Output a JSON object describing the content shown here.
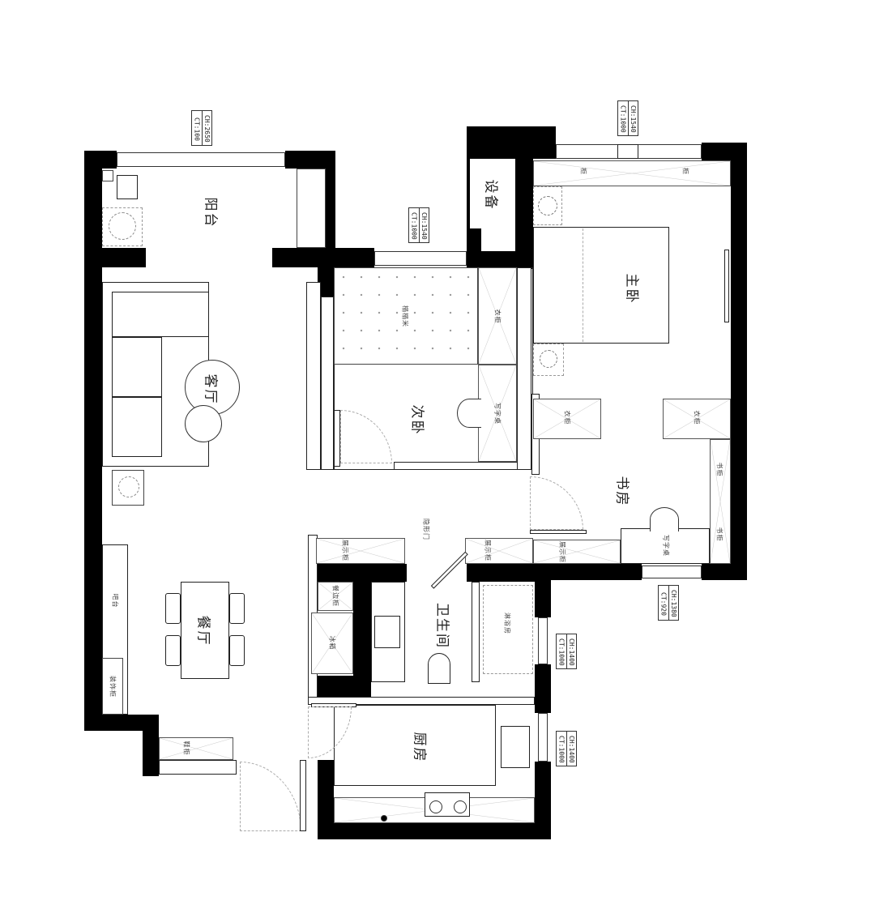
{
  "plan": {
    "type": "residential floor plan",
    "orientation": "rotated 90 degrees (labels read vertically)",
    "rooms": [
      {
        "id": "balcony",
        "label": "阳台"
      },
      {
        "id": "living",
        "label": "客厅"
      },
      {
        "id": "dining",
        "label": "餐厅"
      },
      {
        "id": "second_bedroom",
        "label": "次卧"
      },
      {
        "id": "master_bedroom",
        "label": "主卧"
      },
      {
        "id": "study",
        "label": "书房"
      },
      {
        "id": "bathroom",
        "label": "卫生间"
      },
      {
        "id": "kitchen",
        "label": "厨房"
      },
      {
        "id": "equipment",
        "label": "设备"
      },
      {
        "id": "shower",
        "label": "淋浴房"
      }
    ],
    "fixtures": {
      "tatami": "榻榻米",
      "wardrobe": "衣柜",
      "desk_second": "写字桌",
      "nightstand_a": "柜",
      "nightstand_b": "柜",
      "wardrobe_master_1": "衣柜",
      "wardrobe_master_2": "衣柜",
      "bookcase_1": "书柜",
      "bookcase_2": "书柜",
      "writing_desk": "写字桌",
      "display_cabinet_1": "展示柜",
      "display_cabinet_2": "展示柜",
      "display_cabinet_3": "展示柜",
      "hidden_door": "隐形门",
      "fridge": "冰箱",
      "side_cabinet": "餐边柜",
      "bar": "吧台",
      "decor_cabinet": "装饰柜",
      "shoe_cabinet": "鞋柜"
    },
    "window_tags": [
      {
        "id": "balcony_window",
        "ch": "CH:2650",
        "ct": "CT:100"
      },
      {
        "id": "master_window",
        "ch": "CH:1540",
        "ct": "CT:1000"
      },
      {
        "id": "second_window",
        "ch": "CH:1540",
        "ct": "CT:1000"
      },
      {
        "id": "study_window",
        "ch": "CH:1380",
        "ct": "CT:920"
      },
      {
        "id": "bath_window",
        "ch": "CH:1400",
        "ct": "CT:1000"
      },
      {
        "id": "kitchen_window",
        "ch": "CH:1400",
        "ct": "CT:1000"
      }
    ]
  }
}
